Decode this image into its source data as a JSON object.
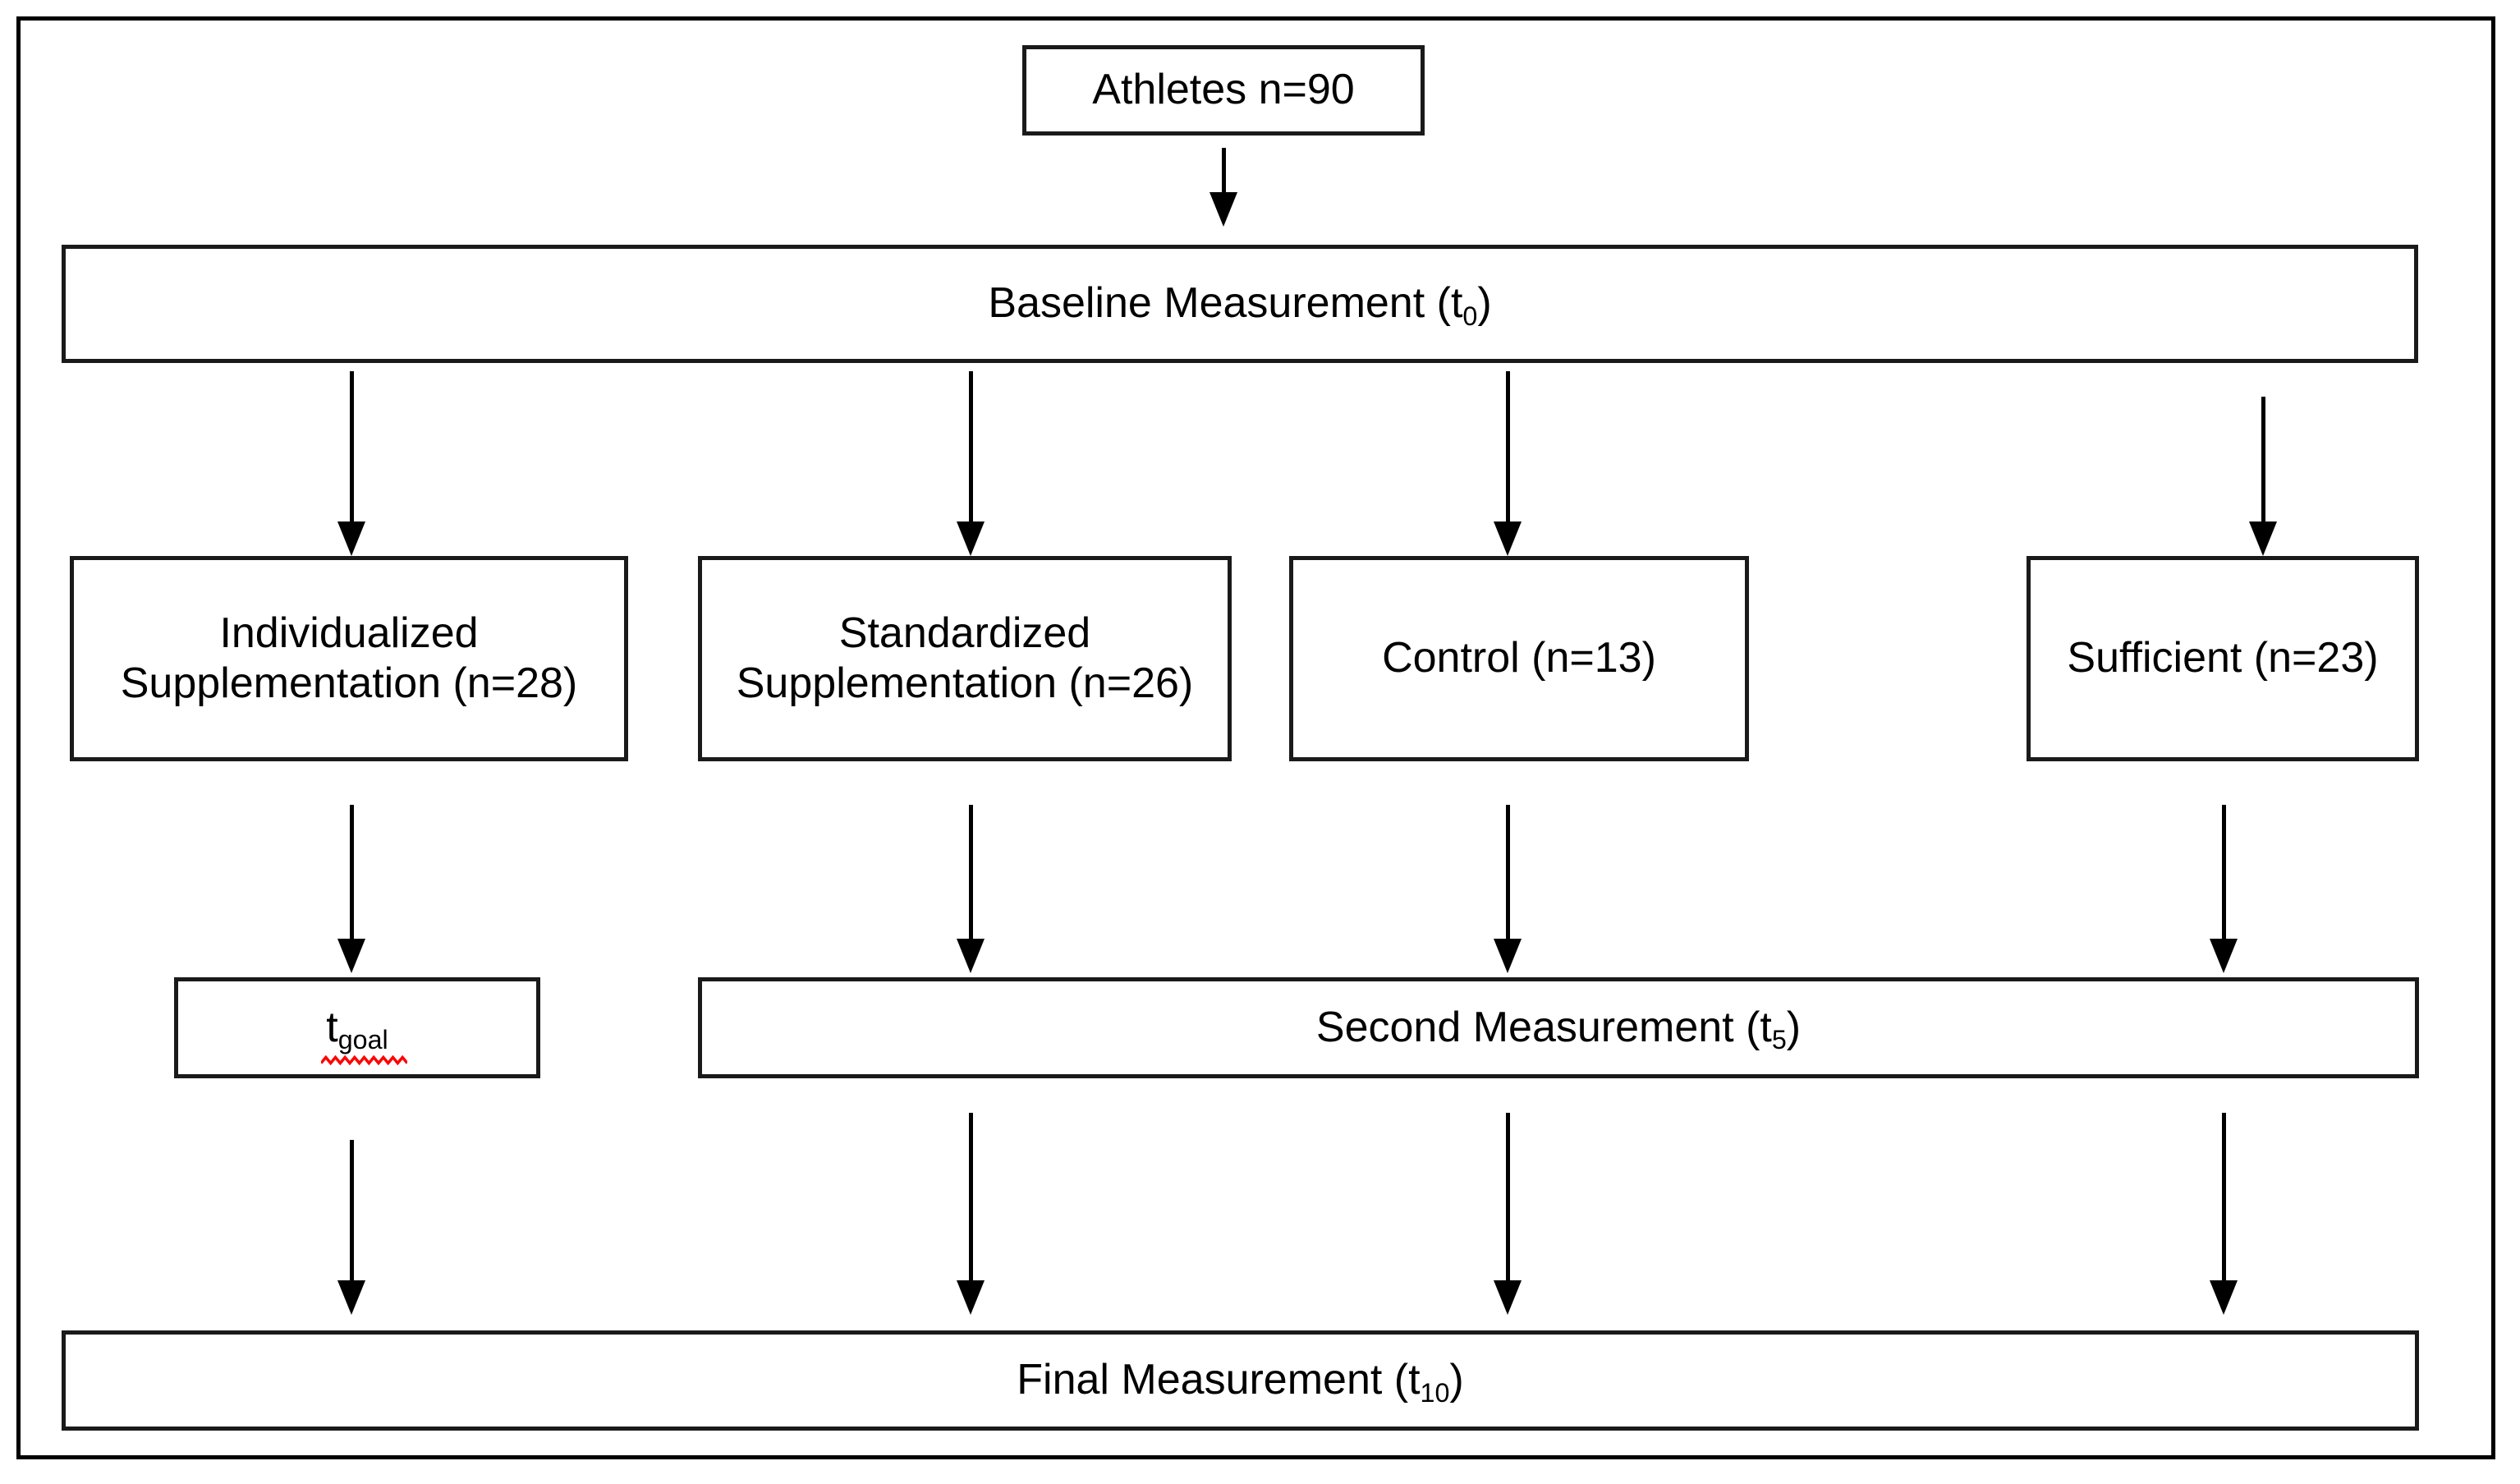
{
  "figure": {
    "type": "study-design-flowchart",
    "border_color": "#000000",
    "box_border_color": "#1a1a1a",
    "background_color": "#ffffff",
    "spellcheck_underline_color": "#ff0000"
  },
  "nodes": {
    "athletes": {
      "label": "Athletes n=90",
      "count": 90
    },
    "baseline": {
      "label_before": "Baseline Measurement (t",
      "subscript": "0",
      "label_after": ")",
      "full_text": "Baseline Measurement (t0)"
    },
    "individualized": {
      "label": "Individualized\nSupplementation (n=28)",
      "line1": "Individualized",
      "line2": "Supplementation (n=28)",
      "count": 28
    },
    "standardized": {
      "label": "Standardized\nSupplementation (n=26)",
      "line1": "Standardized",
      "line2": "Supplementation (n=26)",
      "count": 26
    },
    "control": {
      "label": "Control (n=13)",
      "count": 13
    },
    "sufficient": {
      "label": "Sufficient (n=23)",
      "count": 23
    },
    "tgoal": {
      "label_before": "t",
      "subscript": "goal",
      "label_after": "",
      "full_text": "tgoal",
      "has_spellcheck_underline": true
    },
    "second": {
      "label_before": "Second Measurement (t",
      "subscript": "5",
      "label_after": ")",
      "full_text": "Second Measurement (t5)"
    },
    "final": {
      "label_before": "Final Measurement (t",
      "subscript": "10",
      "label_after": ")",
      "full_text": "Final Measurement (t10)"
    }
  },
  "arrows": {
    "athletes_to_baseline": "down-arrow",
    "baseline_to_individualized": "down-arrow",
    "baseline_to_standardized": "down-arrow",
    "baseline_to_control": "down-arrow",
    "baseline_to_sufficient": "down-arrow",
    "individualized_to_tgoal": "down-arrow",
    "standardized_to_second": "down-arrow",
    "control_to_second": "down-arrow",
    "sufficient_to_second": "down-arrow",
    "tgoal_to_final": "down-arrow",
    "second_to_final_left": "down-arrow",
    "second_to_final_mid": "down-arrow",
    "second_to_final_right": "down-arrow"
  }
}
